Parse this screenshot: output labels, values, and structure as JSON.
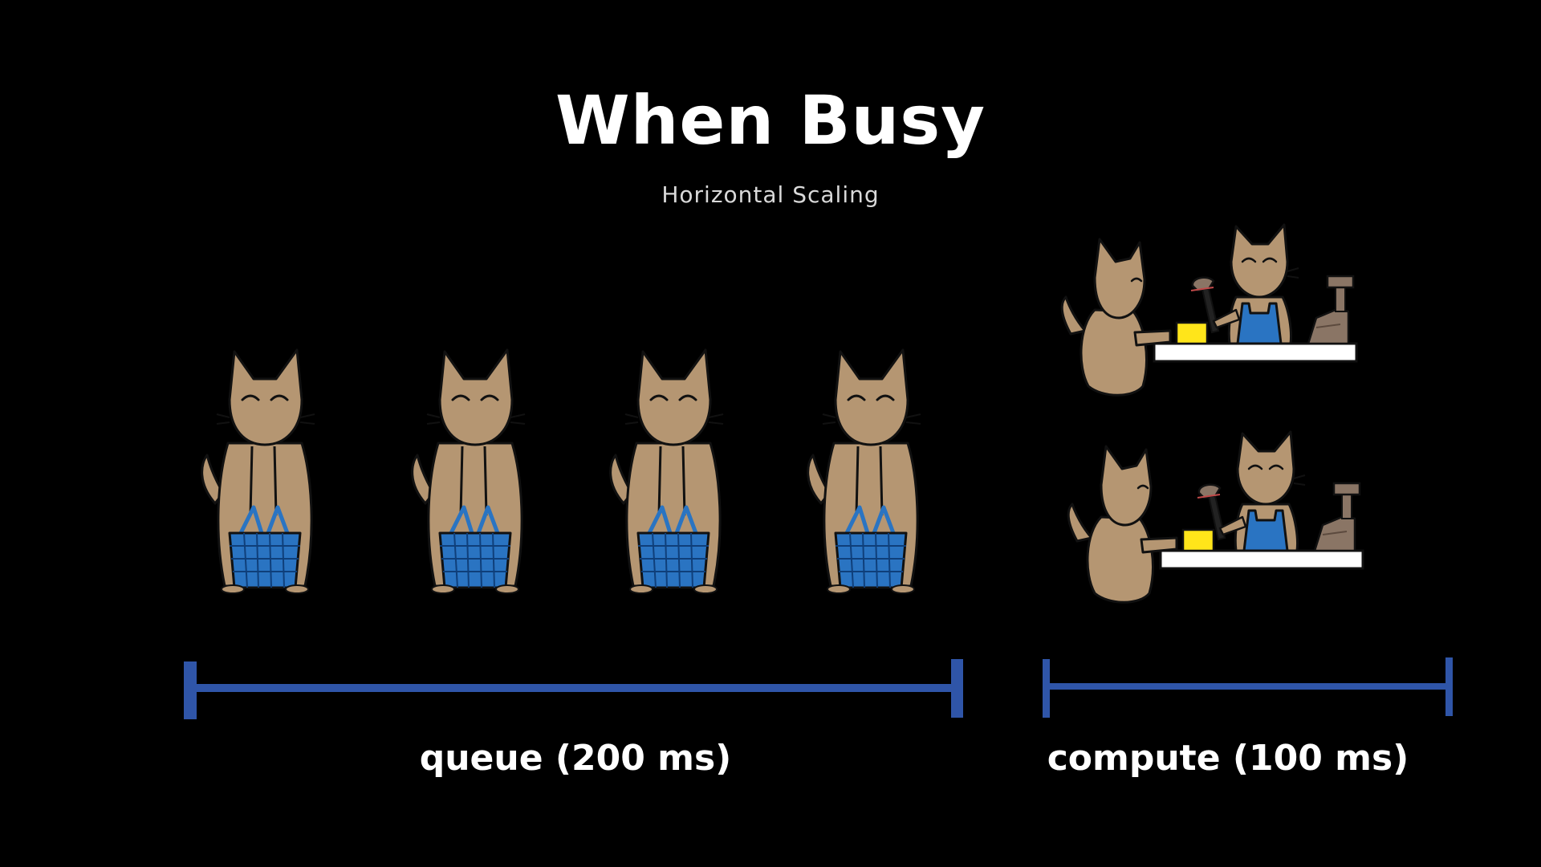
{
  "slide": {
    "title": "When Busy",
    "subtitle": "Horizontal Scaling"
  },
  "queue": {
    "label": "queue (200 ms)",
    "waiting_customers": 4
  },
  "compute": {
    "label": "compute (100 ms)",
    "checkout_counters": 2
  },
  "colors": {
    "background": "#000000",
    "text": "#ffffff",
    "cat_fur": "#b59672",
    "basket": "#2a74c2",
    "apron": "#2a74c2",
    "item": "#ffe51a",
    "register": "#8a7565",
    "timeline_bar": "#2f55a8"
  },
  "icons": [
    "cat-with-basket-icon",
    "cashier-cat-icon",
    "customer-cat-icon",
    "cash-register-icon",
    "barcode-scanner-icon"
  ]
}
